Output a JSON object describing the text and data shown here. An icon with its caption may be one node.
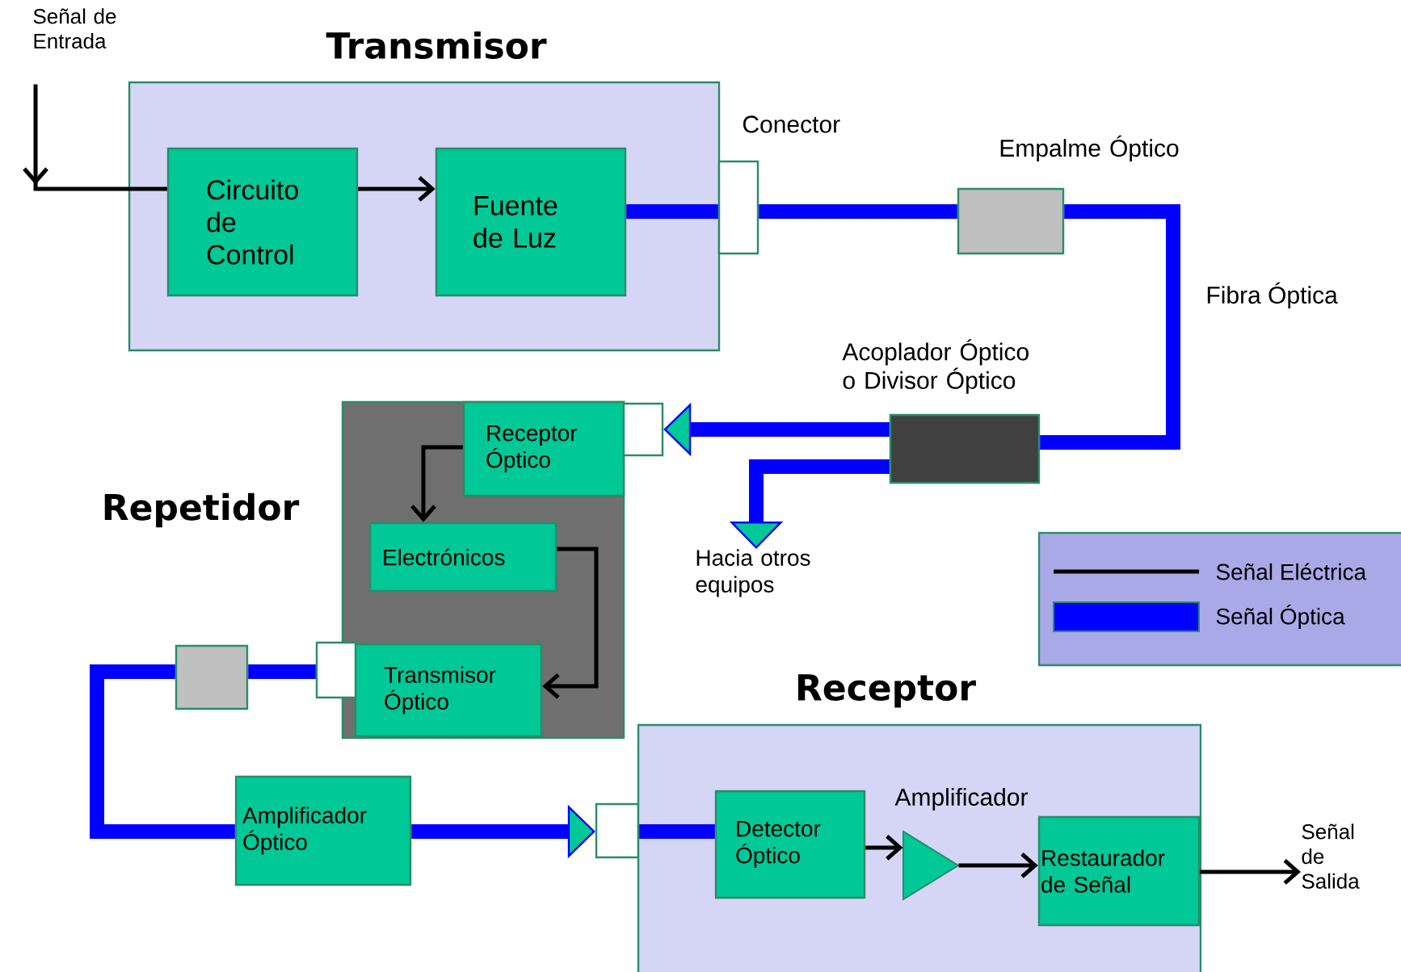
{
  "diagram": {
    "nodes": [
      {
        "text": [
          "Transmisor"
        ]
      },
      {
        "text": [
          "Circuito de Control"
        ],
        "in": 0
      },
      {
        "text": [
          "Fuente de Luz"
        ],
        "in": 0
      },
      {
        "text": [
          "Señal de Entrada"
        ]
      },
      {
        "text": [],
        "shape": "box",
        "beside": [
          "Conector"
        ]
      },
      {
        "text": [],
        "shape": "box",
        "beside": [
          "Empalme Óptico"
        ]
      },
      {
        "text": [],
        "shape": "box",
        "beside": [
          "Acoplador Óptico o Divisor Óptico"
        ]
      },
      {
        "text": [
          "Repetidor"
        ]
      },
      {
        "text": [
          "Receptor Óptico"
        ],
        "in": 7
      },
      {
        "text": [],
        "shape": "box"
      },
      {
        "text": [
          "Electrónicos"
        ],
        "in": 7
      },
      {
        "text": [
          "Transmisor Óptico"
        ],
        "in": 7
      },
      {
        "text": [],
        "shape": "box"
      },
      {
        "text": [],
        "shape": "box"
      },
      {
        "text": [
          "Amplificador Óptico"
        ]
      },
      {
        "text": [],
        "shape": "box"
      },
      {
        "text": [
          "Receptor"
        ]
      },
      {
        "text": [
          "Detector Óptico"
        ],
        "in": 16
      },
      {
        "text": [],
        "shape": "triangle",
        "beside": [
          "Amplificador"
        ],
        "in": 16
      },
      {
        "text": [
          "Restaurador de Señal"
        ],
        "in": 16
      },
      {
        "text": [
          "Señal de Salida"
        ]
      },
      {
        "text": [
          "Hacia otros equipos"
        ]
      }
    ],
    "edges": [
      {
        "from": 3,
        "to": 1,
        "arrow": "to",
        "color": "#000000"
      },
      {
        "from": 1,
        "to": 2,
        "arrow": "to",
        "color": "#000000"
      },
      {
        "from": 2,
        "to": 4,
        "arrow": "none"
      },
      {
        "from": 4,
        "to": 5,
        "arrow": "none"
      },
      {
        "from": 5,
        "to": 6,
        "arrow": "none",
        "label": "Fibra Óptica"
      },
      {
        "from": 6,
        "to": 9,
        "arrow": "to"
      },
      {
        "from": 6,
        "to": 21,
        "arrow": "to"
      },
      {
        "from": 8,
        "to": 10,
        "arrow": "to",
        "color": "#000000"
      },
      {
        "from": 10,
        "to": 11,
        "arrow": "to",
        "color": "#000000"
      },
      {
        "from": 12,
        "to": 13,
        "arrow": "none"
      },
      {
        "from": 13,
        "to": 14,
        "arrow": "none"
      },
      {
        "from": 14,
        "to": 15,
        "arrow": "to"
      },
      {
        "from": 15,
        "to": 17,
        "arrow": "none"
      },
      {
        "from": 17,
        "to": 18,
        "arrow": "to",
        "color": "#000000"
      },
      {
        "from": 18,
        "to": 19,
        "arrow": "to",
        "color": "#000000"
      },
      {
        "from": 19,
        "to": 20,
        "arrow": "to",
        "color": "#000000"
      }
    ],
    "legend": [
      {
        "text": "Señal Eléctrica"
      },
      {
        "text": "Señal Óptica"
      }
    ]
  }
}
